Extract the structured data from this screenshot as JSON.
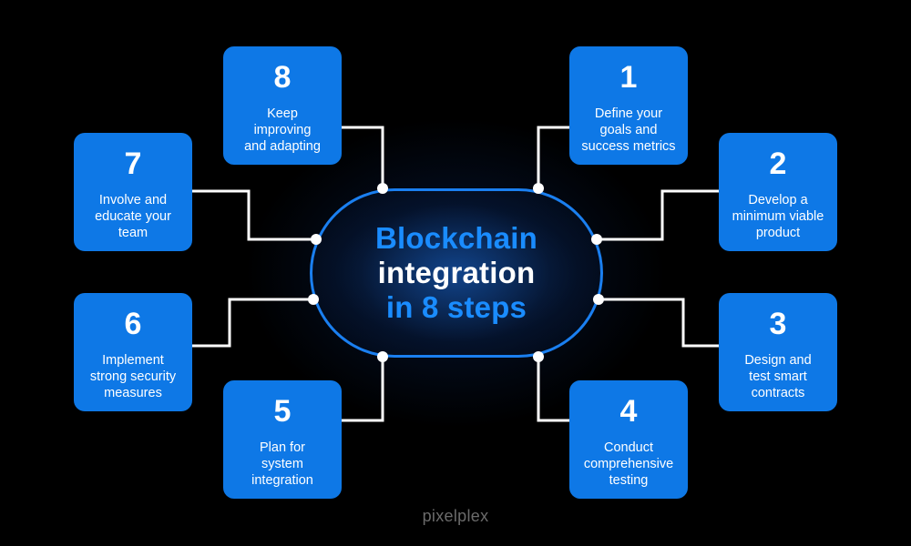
{
  "title": {
    "line1": "Blockchain",
    "line2": "integration",
    "line3": "in 8 steps"
  },
  "steps": [
    {
      "number": "1",
      "label": "Define your\ngoals and\nsuccess metrics"
    },
    {
      "number": "2",
      "label": "Develop a\nminimum viable\nproduct"
    },
    {
      "number": "3",
      "label": "Design and\ntest smart\ncontracts"
    },
    {
      "number": "4",
      "label": "Conduct\ncomprehensive\ntesting"
    },
    {
      "number": "5",
      "label": "Plan for\nsystem\nintegration"
    },
    {
      "number": "6",
      "label": "Implement\nstrong security\nmeasures"
    },
    {
      "number": "7",
      "label": "Involve and\neducate your\nteam"
    },
    {
      "number": "8",
      "label": "Keep\nimproving\nand adapting"
    }
  ],
  "brand": "pixelplex",
  "colors": {
    "background": "#000000",
    "step_box": "#0e78e6",
    "accent_blue": "#1a8cff",
    "outline_blue": "#1a7ff0",
    "connector": "#ffffff"
  }
}
